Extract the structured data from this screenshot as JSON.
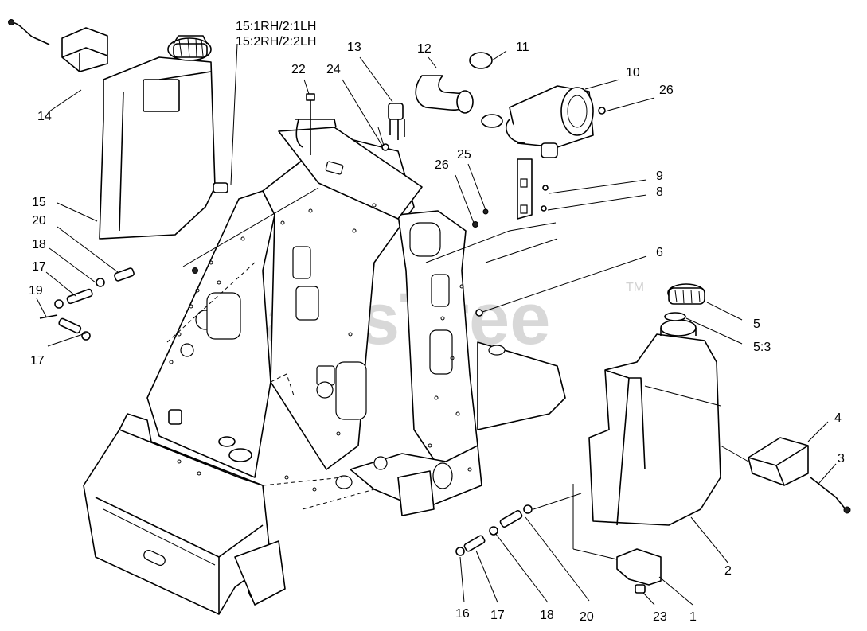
{
  "watermark": {
    "brand": "PartsTree",
    "trademark": "TM"
  },
  "note_lines": [
    "15:1RH/2:1LH",
    "15:2RH/2:2LH"
  ],
  "callouts": [
    {
      "id": "c14",
      "text": "14"
    },
    {
      "id": "c15",
      "text": "15"
    },
    {
      "id": "c20a",
      "text": "20"
    },
    {
      "id": "c18a",
      "text": "18"
    },
    {
      "id": "c17a",
      "text": "17"
    },
    {
      "id": "c19",
      "text": "19"
    },
    {
      "id": "c17b",
      "text": "17"
    },
    {
      "id": "c22",
      "text": "22"
    },
    {
      "id": "c24",
      "text": "24"
    },
    {
      "id": "c13",
      "text": "13"
    },
    {
      "id": "c12",
      "text": "12"
    },
    {
      "id": "c11",
      "text": "11"
    },
    {
      "id": "c10",
      "text": "10"
    },
    {
      "id": "c26a",
      "text": "26"
    },
    {
      "id": "c26b",
      "text": "26"
    },
    {
      "id": "c25",
      "text": "25"
    },
    {
      "id": "c9",
      "text": "9"
    },
    {
      "id": "c8",
      "text": "8"
    },
    {
      "id": "c6",
      "text": "6"
    },
    {
      "id": "c5",
      "text": "5"
    },
    {
      "id": "c5_3",
      "text": "5:3"
    },
    {
      "id": "c4",
      "text": "4"
    },
    {
      "id": "c3",
      "text": "3"
    },
    {
      "id": "c2",
      "text": "2"
    },
    {
      "id": "c1",
      "text": "1"
    },
    {
      "id": "c23",
      "text": "23"
    },
    {
      "id": "c20b",
      "text": "20"
    },
    {
      "id": "c18b",
      "text": "18"
    },
    {
      "id": "c17c",
      "text": "17"
    },
    {
      "id": "c16",
      "text": "16"
    }
  ]
}
